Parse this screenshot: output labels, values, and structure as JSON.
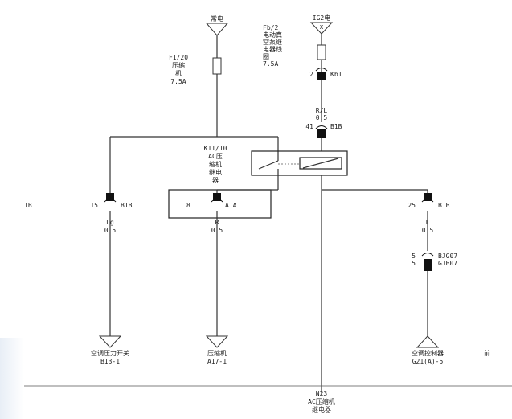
{
  "sources": {
    "constant": {
      "label": "常电"
    },
    "ig2": {
      "label": "IG2电",
      "mark": "X"
    }
  },
  "fuses": {
    "f1_20": {
      "lines": [
        "F1/20",
        "压缩",
        "机",
        "7.5A"
      ]
    },
    "fb_2": {
      "lines": [
        "Fb/2",
        "电动真",
        "空泵继",
        "电器线",
        "圈",
        "7.5A"
      ]
    }
  },
  "relay": {
    "lines": [
      "K11/10",
      "AC压",
      "缩机",
      "继电",
      "器"
    ]
  },
  "pins": {
    "kb1": {
      "num": "2",
      "conn": "Kb1"
    },
    "b1b_41": {
      "num": "41",
      "conn": "B1B"
    },
    "b1b_15": {
      "num": "15",
      "conn": "B1B"
    },
    "relay_8": {
      "num": "8",
      "conn": "A1A"
    },
    "b1b_25": {
      "num": "25",
      "conn": "B1B"
    },
    "bjg07": {
      "num": "5",
      "conn": "BJG07"
    },
    "gjb07": {
      "num": "5",
      "conn": "GJB07"
    },
    "left_cut": {
      "conn": "1B"
    }
  },
  "wires": {
    "rl": {
      "color": "R/L",
      "size": "0.5"
    },
    "lg": {
      "color": "Lg",
      "size": "0.5"
    },
    "r": {
      "color": "R",
      "size": "0.5"
    },
    "l": {
      "color": "L",
      "size": "0.5"
    }
  },
  "destinations": {
    "ac_pressure_switch": {
      "name": "空调压力开关",
      "code": "B13-1"
    },
    "compressor": {
      "name": "压缩机",
      "code": "A17-1"
    },
    "ac_controller": {
      "name": "空调控制器",
      "code": "G21(A)-5"
    },
    "right_cut": {
      "name": "前"
    },
    "n23": {
      "code": "N23",
      "lines": [
        "AC压缩机",
        "继电器"
      ]
    }
  }
}
